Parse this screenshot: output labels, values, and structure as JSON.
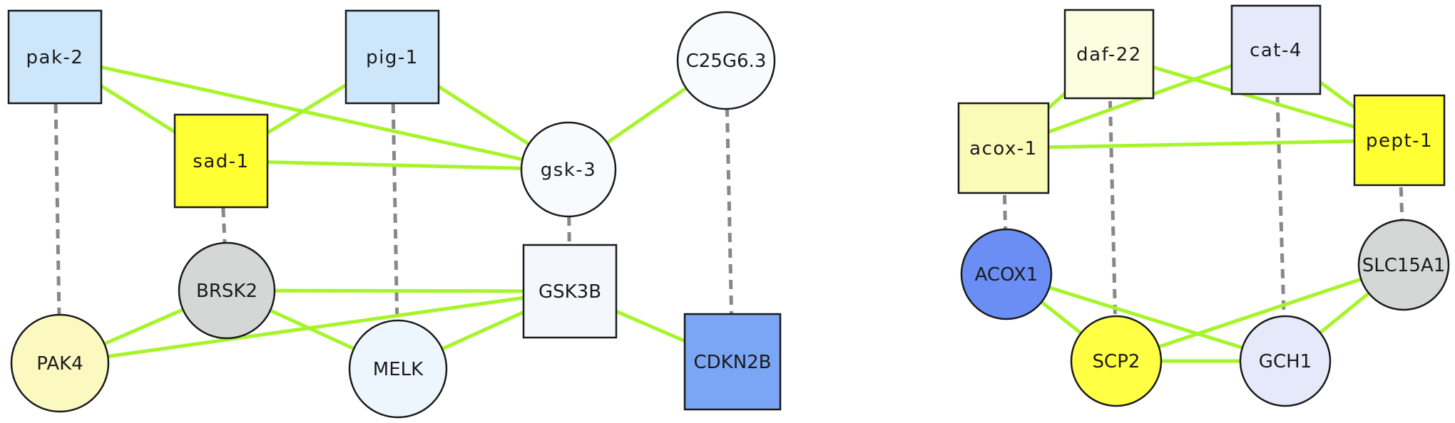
{
  "colors": {
    "interaction_edge": "#a6f52a",
    "ortholog_edge": "#888888"
  },
  "networks": [
    {
      "nodes": [
        {
          "id": "pak-2",
          "label": "pak-2",
          "shape": "square",
          "fill": "#cde6fa"
        },
        {
          "id": "pig-1",
          "label": "pig-1",
          "shape": "square",
          "fill": "#cde6fa"
        },
        {
          "id": "C25G6.3",
          "label": "C25G6.3",
          "shape": "circle",
          "fill": "#f8fbfe"
        },
        {
          "id": "sad-1",
          "label": "sad-1",
          "shape": "square",
          "fill": "#ffff33"
        },
        {
          "id": "gsk-3",
          "label": "gsk-3",
          "shape": "circle",
          "fill": "#f8fbfe"
        },
        {
          "id": "BRSK2",
          "label": "BRSK2",
          "shape": "circle",
          "fill": "#d5d7d6"
        },
        {
          "id": "GSK3B",
          "label": "GSK3B",
          "shape": "square",
          "fill": "#f4f8fc"
        },
        {
          "id": "PAK4",
          "label": "PAK4",
          "shape": "circle",
          "fill": "#fbf8c0"
        },
        {
          "id": "MELK",
          "label": "MELK",
          "shape": "circle",
          "fill": "#eef6fd"
        },
        {
          "id": "CDKN2B",
          "label": "CDKN2B",
          "shape": "square",
          "fill": "#7aa6f5"
        }
      ],
      "interactions": [
        [
          "pak-2",
          "sad-1"
        ],
        [
          "pak-2",
          "gsk-3"
        ],
        [
          "pig-1",
          "sad-1"
        ],
        [
          "pig-1",
          "gsk-3"
        ],
        [
          "sad-1",
          "gsk-3"
        ],
        [
          "C25G6.3",
          "gsk-3"
        ],
        [
          "BRSK2",
          "GSK3B"
        ],
        [
          "BRSK2",
          "PAK4"
        ],
        [
          "BRSK2",
          "MELK"
        ],
        [
          "PAK4",
          "GSK3B"
        ],
        [
          "MELK",
          "GSK3B"
        ],
        [
          "GSK3B",
          "CDKN2B"
        ]
      ],
      "orthologs": [
        [
          "pak-2",
          "PAK4"
        ],
        [
          "sad-1",
          "BRSK2"
        ],
        [
          "pig-1",
          "MELK"
        ],
        [
          "gsk-3",
          "GSK3B"
        ],
        [
          "C25G6.3",
          "CDKN2B"
        ]
      ]
    },
    {
      "nodes": [
        {
          "id": "daf-22",
          "label": "daf-22",
          "shape": "square",
          "fill": "#fdfde2"
        },
        {
          "id": "cat-4",
          "label": "cat-4",
          "shape": "square",
          "fill": "#e6e9fa"
        },
        {
          "id": "acox-1",
          "label": "acox-1",
          "shape": "square",
          "fill": "#fbfbb8"
        },
        {
          "id": "pept-1",
          "label": "pept-1",
          "shape": "square",
          "fill": "#ffff33"
        },
        {
          "id": "ACOX1",
          "label": "ACOX1",
          "shape": "circle",
          "fill": "#6b8ef5"
        },
        {
          "id": "SLC15A1",
          "label": "SLC15A1",
          "shape": "circle",
          "fill": "#d5d7d6"
        },
        {
          "id": "SCP2",
          "label": "SCP2",
          "shape": "circle",
          "fill": "#ffff44"
        },
        {
          "id": "GCH1",
          "label": "GCH1",
          "shape": "circle",
          "fill": "#e6e9fa"
        }
      ],
      "interactions": [
        [
          "daf-22",
          "acox-1"
        ],
        [
          "daf-22",
          "pept-1"
        ],
        [
          "cat-4",
          "acox-1"
        ],
        [
          "cat-4",
          "pept-1"
        ],
        [
          "acox-1",
          "pept-1"
        ],
        [
          "ACOX1",
          "SCP2"
        ],
        [
          "ACOX1",
          "GCH1"
        ],
        [
          "SCP2",
          "GCH1"
        ],
        [
          "SCP2",
          "SLC15A1"
        ],
        [
          "GCH1",
          "SLC15A1"
        ]
      ],
      "orthologs": [
        [
          "acox-1",
          "ACOX1"
        ],
        [
          "daf-22",
          "SCP2"
        ],
        [
          "cat-4",
          "GCH1"
        ],
        [
          "pept-1",
          "SLC15A1"
        ]
      ]
    }
  ]
}
